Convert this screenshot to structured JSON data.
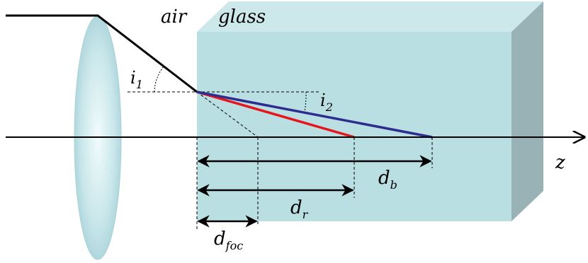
{
  "media": {
    "air_label": "air",
    "glass_label": "glass"
  },
  "angles": {
    "incidence": {
      "symbol": "i",
      "subscript": "1"
    },
    "refraction": {
      "symbol": "i",
      "subscript": "2"
    }
  },
  "axis": {
    "label": "z"
  },
  "distances": {
    "blue": {
      "symbol": "d",
      "subscript": "b"
    },
    "red": {
      "symbol": "d",
      "subscript": "r"
    },
    "focal": {
      "symbol": "d",
      "subscript": "foc"
    }
  },
  "colors": {
    "glass_front": "#b9dfe2",
    "glass_top": "#cde8ea",
    "glass_side": "#98b2b5",
    "lens": "#c7e6ea",
    "red_ray": "#e8141a",
    "blue_ray": "#2e2d8f",
    "line": "#000000"
  }
}
